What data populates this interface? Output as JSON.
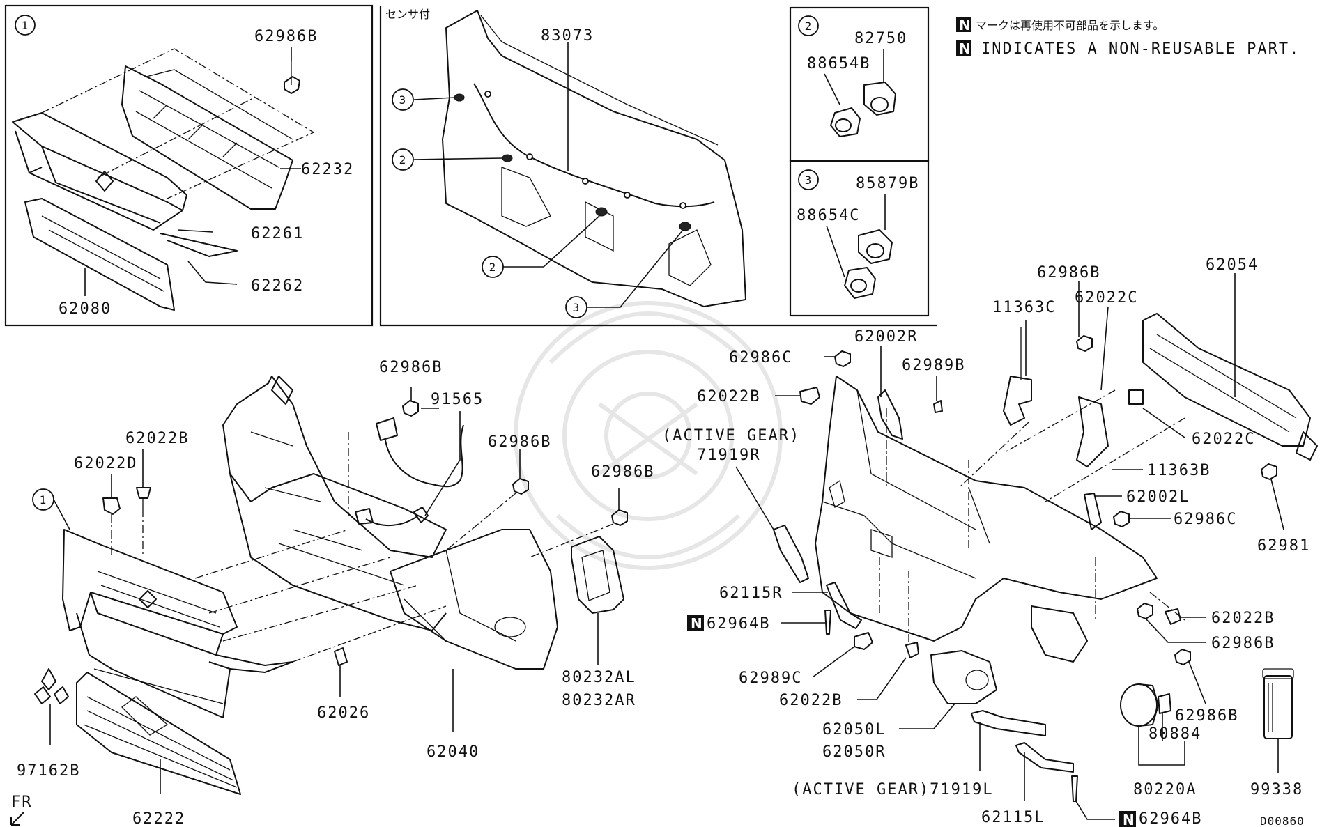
{
  "notes": {
    "n_symbol": "N",
    "japanese": "マークは再使用不可部品を示します。",
    "english": "INDICATES A NON-REUSABLE PART.",
    "sensor_note": "センサ付"
  },
  "figure_id": "D00860",
  "fr_mark": "FR",
  "callouts": [
    "1",
    "2",
    "3"
  ],
  "labels": {
    "p62986B_a": "62986B",
    "p62232": "62232",
    "p62261": "62261",
    "p62262": "62262",
    "p62080": "62080",
    "p83073": "83073",
    "p82750": "82750",
    "p88654B": "88654B",
    "p85879B": "85879B",
    "p88654C": "88654C",
    "p62986B_b": "62986B",
    "p91565": "91565",
    "p62986B_c": "62986B",
    "p62022B_a": "62022B",
    "p62022D": "62022D",
    "p62986B_d": "62986B",
    "p97162B": "97162B",
    "p62222": "62222",
    "p62026": "62026",
    "p62040": "62040",
    "p80232AL": "80232AL",
    "p80232AR": "80232AR",
    "p62986B_e": "62986B",
    "p11363C": "11363C",
    "p62022C_a": "62022C",
    "p62054": "62054",
    "p62986C_a": "62986C",
    "p62002R": "62002R",
    "p62989B": "62989B",
    "p62022B_b": "62022B",
    "p_active_r": "(ACTIVE GEAR)",
    "p71919R": "71919R",
    "p62022C_b": "62022C",
    "p11363B": "11363B",
    "p62002L": "62002L",
    "p62986C_b": "62986C",
    "p62981": "62981",
    "p62115R": "62115R",
    "p62964B_a": "62964B",
    "p62022B_c": "62022B",
    "p62986B_f": "62986B",
    "p62989C": "62989C",
    "p62022B_d": "62022B",
    "p62050L": "62050L",
    "p62050R": "62050R",
    "p62986B_g": "62986B",
    "p80884": "80884",
    "p80220A": "80220A",
    "p99338": "99338",
    "p71919L": "(ACTIVE GEAR)71919L",
    "p62115L": "62115L",
    "p62964B_b": "62964B"
  }
}
